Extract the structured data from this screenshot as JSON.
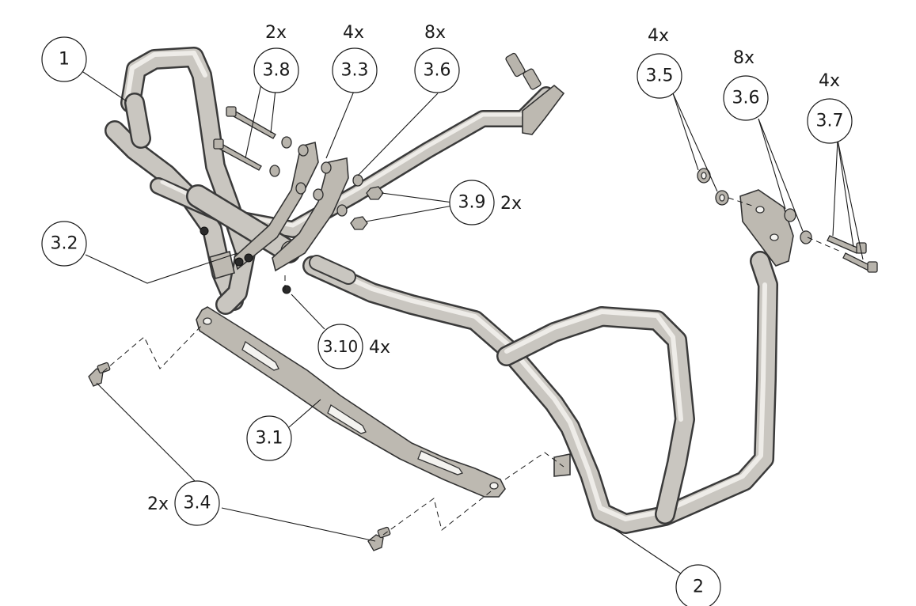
{
  "diagram": {
    "balloons": [
      {
        "id": "b1",
        "label": "1"
      },
      {
        "id": "b2",
        "label": "2"
      },
      {
        "id": "b31",
        "label": "3.1"
      },
      {
        "id": "b32",
        "label": "3.2"
      },
      {
        "id": "b33",
        "label": "3.3"
      },
      {
        "id": "b34",
        "label": "3.4"
      },
      {
        "id": "b35",
        "label": "3.5"
      },
      {
        "id": "b36a",
        "label": "3.6"
      },
      {
        "id": "b36b",
        "label": "3.6"
      },
      {
        "id": "b37",
        "label": "3.7"
      },
      {
        "id": "b38",
        "label": "3.8"
      },
      {
        "id": "b39",
        "label": "3.9"
      },
      {
        "id": "b310",
        "label": "3.10"
      }
    ],
    "quantities": {
      "q38": "2x",
      "q33": "4x",
      "q36a": "8x",
      "q35": "4x",
      "q36b": "8x",
      "q37": "4x",
      "q39": "2x",
      "q310": "4x",
      "q34": "2x"
    },
    "colors": {
      "line": "#1a1a1a",
      "steel_light": "#eeece8",
      "steel_mid": "#c9c6c0",
      "steel_dark": "#3a3a3a",
      "background": "#ffffff"
    }
  }
}
